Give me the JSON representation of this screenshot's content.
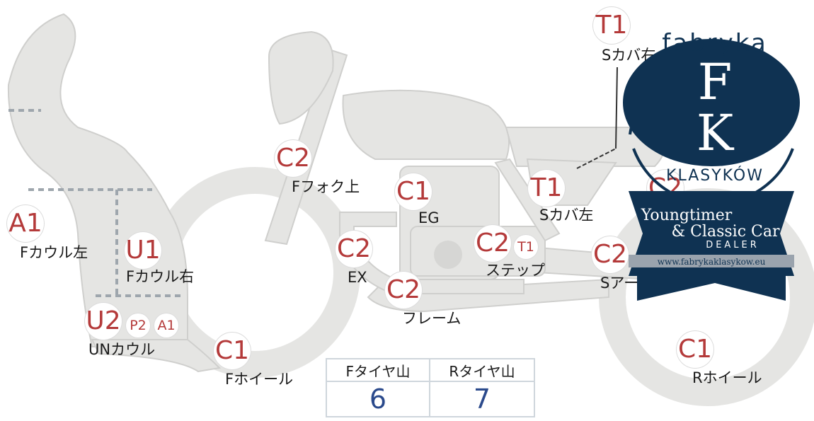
{
  "parts": [
    {
      "id": "a1-left",
      "code": "A1",
      "size": "big",
      "label": "Fカウル左"
    },
    {
      "id": "u1",
      "code": "U1",
      "size": "big",
      "label": "Fカウル右"
    },
    {
      "id": "u2",
      "code": "U2",
      "size": "big",
      "label": "UNカウル"
    },
    {
      "id": "p2",
      "code": "P2",
      "size": "small",
      "label": ""
    },
    {
      "id": "a1-un",
      "code": "A1",
      "size": "small",
      "label": ""
    },
    {
      "id": "c1-fwheel",
      "code": "C1",
      "size": "big",
      "label": "Fホイール"
    },
    {
      "id": "c2-fork",
      "code": "C2",
      "size": "big",
      "label": "Fフォク上"
    },
    {
      "id": "c1-eg",
      "code": "C1",
      "size": "big",
      "label": "EG"
    },
    {
      "id": "c2-ex",
      "code": "C2",
      "size": "big",
      "label": "EX"
    },
    {
      "id": "c2-frame",
      "code": "C2",
      "size": "big",
      "label": "フレーム"
    },
    {
      "id": "c2-step",
      "code": "C2",
      "size": "big",
      "label": "ステップ"
    },
    {
      "id": "t1-step",
      "code": "T1",
      "size": "small",
      "label": ""
    },
    {
      "id": "t1-scover-left",
      "code": "T1",
      "size": "big",
      "label": "Sカバ左"
    },
    {
      "id": "t1-scover-right",
      "code": "T1",
      "size": "big",
      "label": "Sカバ右"
    },
    {
      "id": "c2-sarm",
      "code": "C2",
      "size": "big",
      "label": "Sアー"
    },
    {
      "id": "c2-rear",
      "code": "C2",
      "size": "big",
      "label": ""
    },
    {
      "id": "c1-rwheel",
      "code": "C1",
      "size": "big",
      "label": "Rホイール"
    }
  ],
  "tire_table": {
    "front_label": "Fタイヤ山",
    "rear_label": "Rタイヤ山",
    "front_value": "6",
    "rear_value": "7"
  },
  "logo": {
    "brand_top": "fabryka",
    "monogram_top": "F",
    "monogram_bottom": "K",
    "brand_bottom": "KLASYKÓW",
    "banner_line1": "Youngtimer",
    "banner_line2": "& Classic Car",
    "banner_line3": "DEALER",
    "banner_url": "www.fabrykaklasykow.eu"
  },
  "colors": {
    "part_fill": "#e5e5e3",
    "part_stroke": "#c8c8c6",
    "code_text": "#b43a3a",
    "value_text": "#2b4a8c",
    "logo_navy": "#0f3252"
  }
}
